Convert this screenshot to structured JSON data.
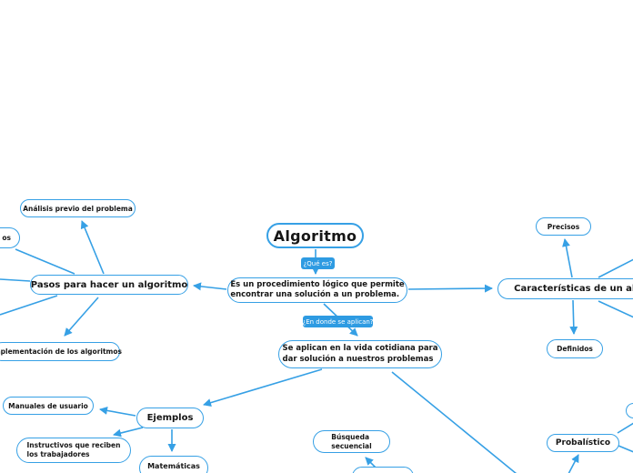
{
  "theme": {
    "background": "#ffffff",
    "accent": "#36a0e5",
    "node_fill": "#ffffff",
    "node_text": "#161616",
    "badge_fill": "#2e9be2",
    "badge_text": "#ffffff"
  },
  "badges": {
    "que_es": "¿Qué es?",
    "donde_aplican": "¿En donde se aplican?"
  },
  "nodes": {
    "root": {
      "label": "Algoritmo"
    },
    "definition": {
      "line1": "Es un procedimiento lógico que permite",
      "line2": "encontrar una solución a un problema."
    },
    "application": {
      "line1": "Se aplican en la vida cotidiana para",
      "line2": "dar solución a nuestros problemas"
    },
    "pasos": {
      "label": "Pasos para hacer un algoritmo"
    },
    "analisis": {
      "label": "Análisis previo del problema"
    },
    "partial_left": {
      "label": "os"
    },
    "implementacion": {
      "label": "Implementación de los algoritmos"
    },
    "caracteristicas": {
      "label": "Características de un algoritmo"
    },
    "precisos": {
      "label": "Precisos"
    },
    "definidos": {
      "label": "Definidos"
    },
    "probalistico": {
      "label": "Probalístico"
    },
    "ejemplos": {
      "label": "Ejemplos"
    },
    "manuales": {
      "label": "Manuales de usuario"
    },
    "instructivos": {
      "line1": "Instructivos que reciben",
      "line2": "los trabajadores"
    },
    "matematicas": {
      "label": "Matemáticas"
    },
    "busqueda": {
      "line1": "Búsqueda",
      "line2": "secuencial"
    }
  }
}
